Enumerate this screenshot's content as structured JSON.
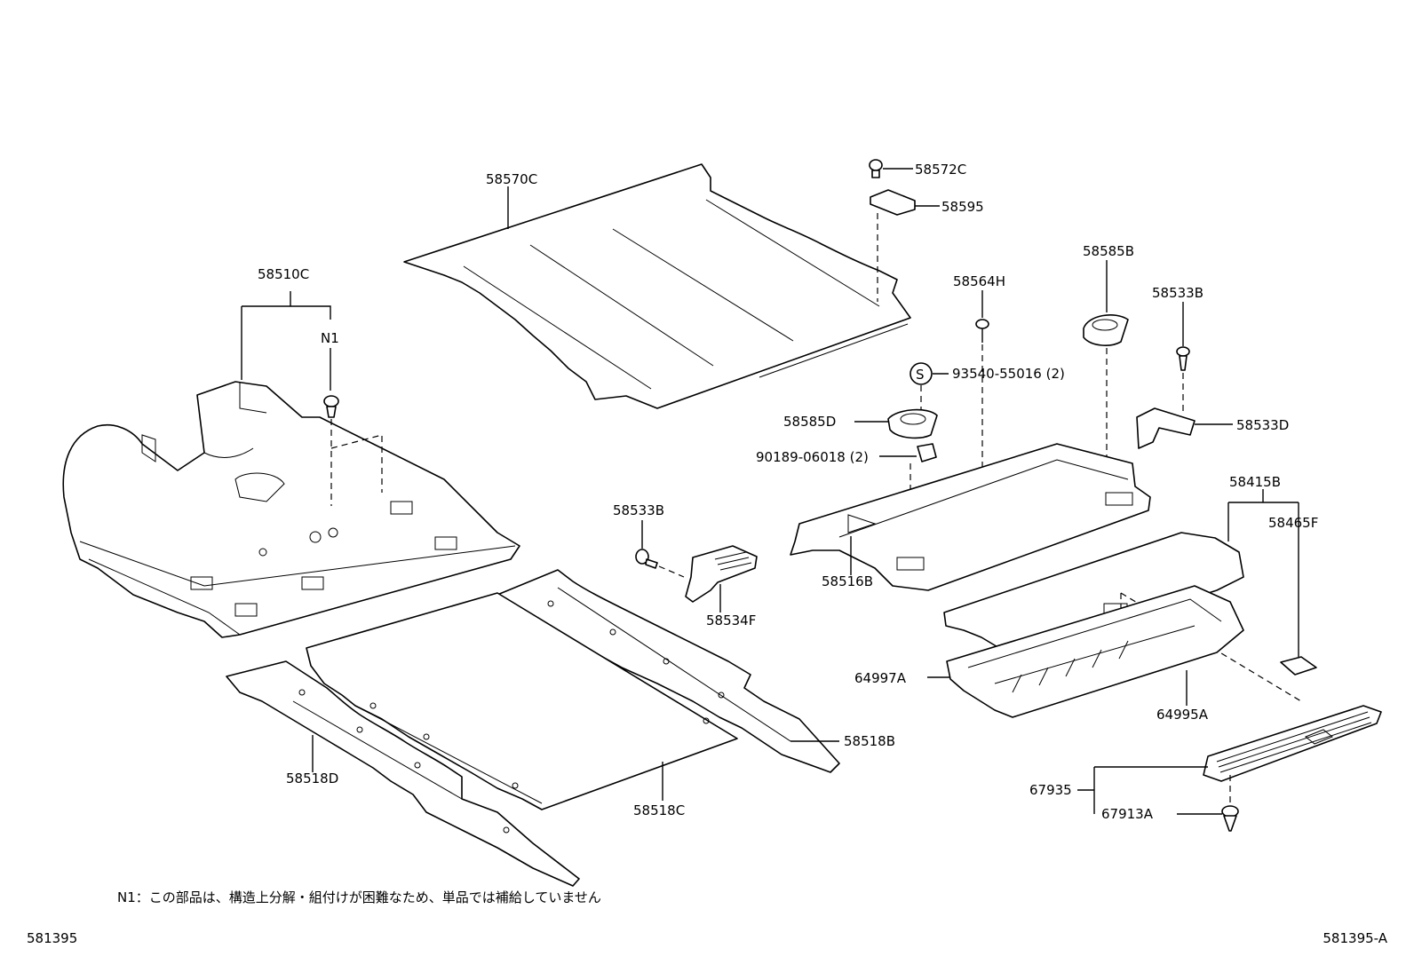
{
  "labels": {
    "p58570C": "58570C",
    "p58572C": "58572C",
    "p58595": "58595",
    "p58585B": "58585B",
    "p58564H": "58564H",
    "p58533B_top": "58533B",
    "p93540": "93540-55016 (2)",
    "s_mark": "S",
    "p58585D": "58585D",
    "p58533D": "58533D",
    "p90189": "90189-06018 (2)",
    "p58510C": "58510C",
    "n1": "N1",
    "p58533B_mid": "58533B",
    "p58534F": "58534F",
    "p58516B": "58516B",
    "p58415B": "58415B",
    "p58465F": "58465F",
    "p64997A": "64997A",
    "p64995A": "64995A",
    "p58518B": "58518B",
    "p58518D": "58518D",
    "p58518C": "58518C",
    "p67935": "67935",
    "p67913A": "67913A"
  },
  "footnote": "N1：この部品は、構造上分解・組付けが困難なため、単品では補給していません",
  "figure_code_left": "581395",
  "figure_code_right": "581395-A"
}
